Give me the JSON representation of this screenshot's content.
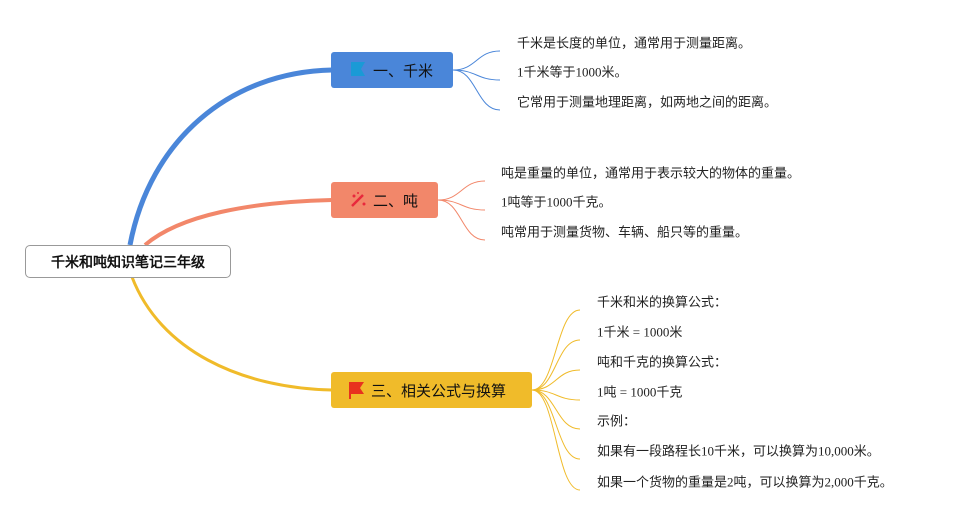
{
  "root": {
    "label": "千米和吨知识笔记三年级"
  },
  "branches": [
    {
      "label": "一、千米",
      "icon": "blue-flag-icon",
      "color": "#4a86d9",
      "leaves": [
        "千米是长度的单位，通常用于测量距离。",
        "1千米等于1000米。",
        "它常用于测量地理距离，如两地之间的距离。"
      ]
    },
    {
      "label": "二、吨",
      "icon": "sparkle-icon",
      "color": "#f2876a",
      "leaves": [
        "吨是重量的单位，通常用于表示较大的物体的重量。",
        "1吨等于1000千克。",
        "吨常用于测量货物、车辆、船只等的重量。"
      ]
    },
    {
      "label": "三、相关公式与换算",
      "icon": "red-flag-icon",
      "color": "#f0bb2a",
      "leaves": [
        "千米和米的换算公式：",
        "1千米 = 1000米",
        "吨和千克的换算公式：",
        "1吨 = 1000千克",
        "示例：",
        "如果有一段路程长10千米，可以换算为10,000米。",
        "如果一个货物的重量是2吨，可以换算为2,000千克。"
      ]
    }
  ]
}
